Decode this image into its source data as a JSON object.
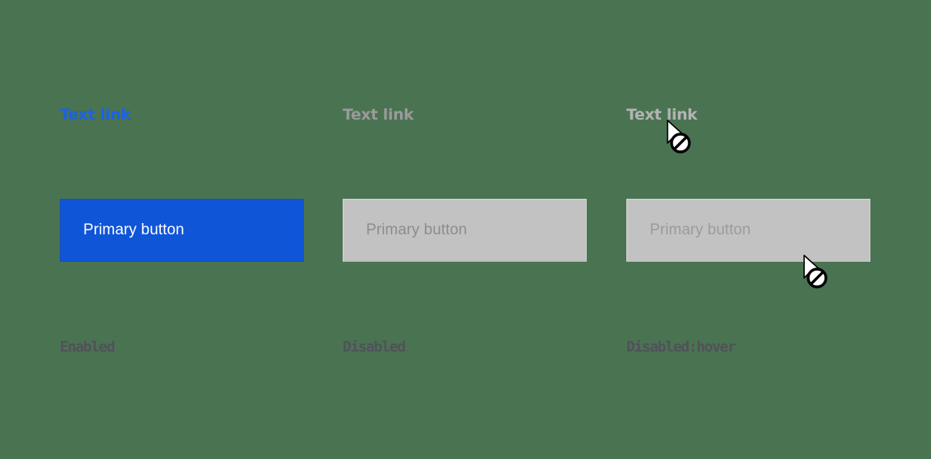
{
  "page": {
    "background_color": "#4a7352",
    "title": "Button states specimen"
  },
  "palette": {
    "link_enabled": "#1a62e8",
    "link_disabled": "#9a9a9a",
    "link_disabled_hover": "#b4b4b4",
    "button_primary_bg": "#0f55d8",
    "button_primary_text": "#ffffff",
    "button_disabled_bg": "#c2c2c2",
    "button_disabled_text": "#8c8c8c",
    "caption_text": "#51515a"
  },
  "columns": [
    {
      "state": "enabled",
      "link_label": "Text link",
      "button_label": "Primary button",
      "caption": "Enabled",
      "cursor": null
    },
    {
      "state": "disabled",
      "link_label": "Text link",
      "button_label": "Primary button",
      "caption": "Disabled",
      "cursor": null
    },
    {
      "state": "disabled-hover",
      "link_label": "Text link",
      "button_label": "Primary button",
      "caption": "Disabled:hover",
      "cursor": "not-allowed-cursor"
    }
  ],
  "cursors": [
    {
      "icon": "not-allowed-cursor",
      "target": "text-link"
    },
    {
      "icon": "not-allowed-cursor",
      "target": "primary-button"
    }
  ]
}
